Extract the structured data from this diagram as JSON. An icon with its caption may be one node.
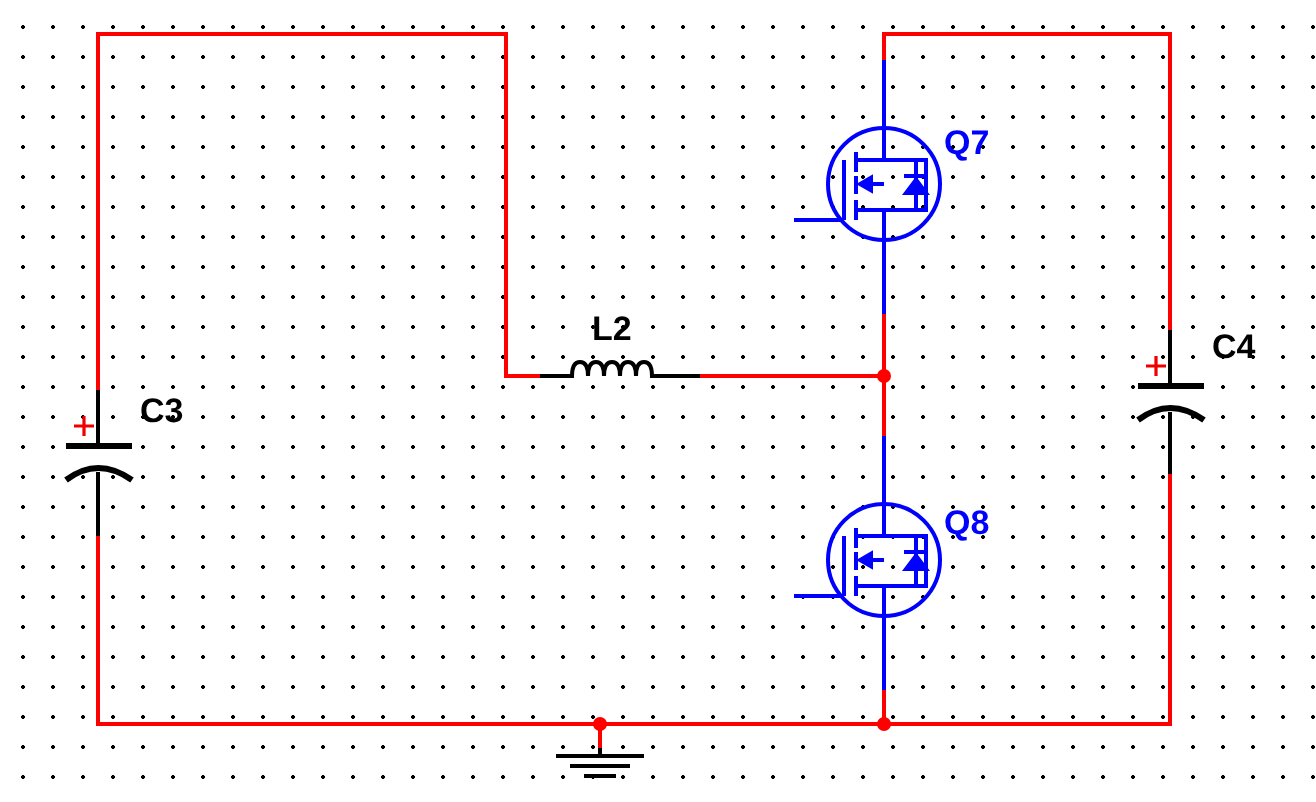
{
  "diagram": {
    "nodes": [
      {
        "text": [
          "C3"
        ]
      },
      {
        "text": [
          "L2"
        ]
      },
      {
        "text": [
          "Q7"
        ]
      },
      {
        "text": [
          "Q8"
        ]
      },
      {
        "text": [
          "C4"
        ]
      },
      {
        "text": [],
        "shape": "ground"
      }
    ],
    "edges": [
      {
        "from": 0,
        "to": 1,
        "arrow": "none"
      },
      {
        "from": 1,
        "to": 2,
        "arrow": "none"
      },
      {
        "from": 2,
        "to": 3,
        "arrow": "none"
      },
      {
        "from": 2,
        "to": 4,
        "arrow": "none"
      },
      {
        "from": 0,
        "to": 5,
        "arrow": "none"
      },
      {
        "from": 5,
        "to": 3,
        "arrow": "none"
      },
      {
        "from": 3,
        "to": 4,
        "arrow": "none"
      }
    ]
  }
}
